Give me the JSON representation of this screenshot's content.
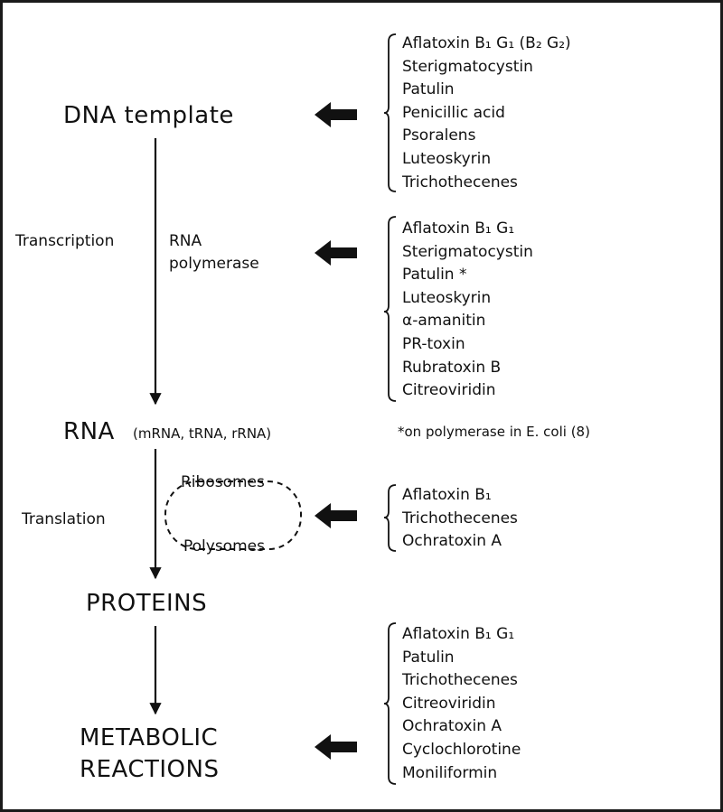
{
  "main_stages": {
    "dna": "DNA template",
    "rna": "RNA",
    "rna_types": "(mRNA, tRNA, rRNA)",
    "proteins": "PROTEINS",
    "metabolic_line1": "METABOLIC",
    "metabolic_line2": "REACTIONS"
  },
  "processes": {
    "transcription": "Transcription",
    "rna_polymerase_line1": "RNA",
    "rna_polymerase_line2": "polymerase",
    "translation": "Translation",
    "ribosomes": "Ribosomes",
    "polysomes": "Polysomes"
  },
  "footnote": "*on polymerase in E. coli (8)",
  "inhibitor_groups": {
    "dna_template": [
      "Aflatoxin B₁ G₁ (B₂ G₂)",
      "Sterigmatocystin",
      "Patulin",
      "Penicillic acid",
      "Psoralens",
      "Luteoskyrin",
      "Trichothecenes"
    ],
    "rna_polymerase": [
      "Aflatoxin B₁ G₁",
      "Sterigmatocystin",
      "Patulin *",
      "Luteoskyrin",
      "α-amanitin",
      "PR-toxin",
      "Rubratoxin B",
      "Citreoviridin"
    ],
    "ribosomes": [
      "Aflatoxin B₁",
      "Trichothecenes",
      "Ochratoxin A"
    ],
    "metabolic": [
      "Aflatoxin B₁ G₁",
      "Patulin",
      "Trichothecenes",
      "Citreoviridin",
      "Ochratoxin A",
      "Cyclochlorotine",
      "Moniliformin"
    ]
  },
  "colors": {
    "ink": "#111111",
    "background": "#ffffff",
    "frame": "#1a1a1a"
  }
}
